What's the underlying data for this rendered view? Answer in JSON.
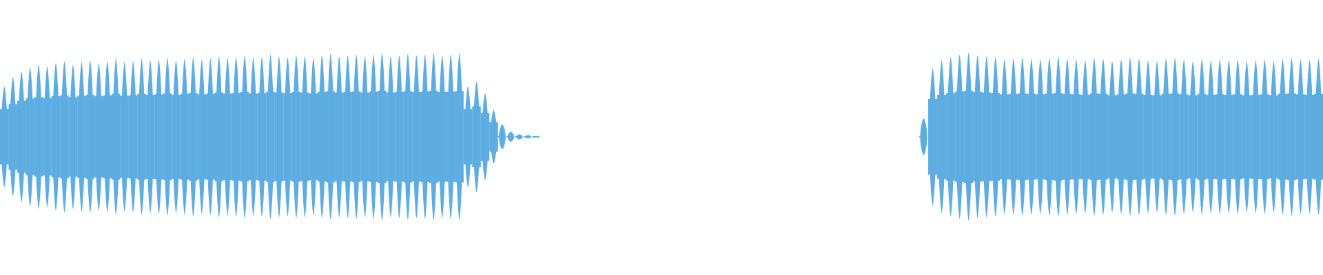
{
  "waveform": {
    "color": "#5dade2",
    "background": "#ffffff",
    "regions": [
      {
        "name": "audio-region-1",
        "peaks": [
          0.6,
          0.71,
          0.78,
          0.83,
          0.86,
          0.84,
          0.88,
          0.9,
          0.86,
          0.89,
          0.91,
          0.88,
          0.9,
          0.93,
          0.89,
          0.9,
          0.93,
          0.91,
          0.92,
          0.94,
          0.91,
          0.93,
          0.95,
          0.92,
          0.93,
          0.96,
          0.94,
          0.95,
          0.97,
          0.94,
          0.95,
          0.98,
          0.96,
          0.95,
          0.97,
          0.96,
          0.94,
          0.97,
          0.99,
          0.96,
          0.97,
          0.98,
          0.96,
          0.98,
          1.0,
          0.96,
          0.97,
          0.99,
          0.97,
          0.98,
          1.0,
          0.97,
          0.98,
          0.99,
          0.6,
          0.66,
          0.52,
          0.32,
          0.15,
          0.06,
          0.03,
          0.02,
          0.01
        ]
      },
      {
        "name": "audio-region-2",
        "peaks": [
          0.22,
          0.82,
          0.91,
          0.95,
          0.98,
          1.0,
          0.97,
          0.96,
          0.95,
          0.92,
          0.93,
          0.94,
          0.93,
          0.92,
          0.94,
          0.95,
          0.93,
          0.92,
          0.91,
          0.94,
          0.93,
          0.9,
          0.92,
          0.94,
          0.93,
          0.91,
          0.9,
          0.93,
          0.94,
          0.92,
          0.9,
          0.93,
          0.91,
          0.92,
          0.91,
          0.92,
          0.9,
          0.91,
          0.92,
          0.9,
          0.93,
          0.94,
          0.92,
          0.91,
          0.93
        ]
      }
    ]
  }
}
